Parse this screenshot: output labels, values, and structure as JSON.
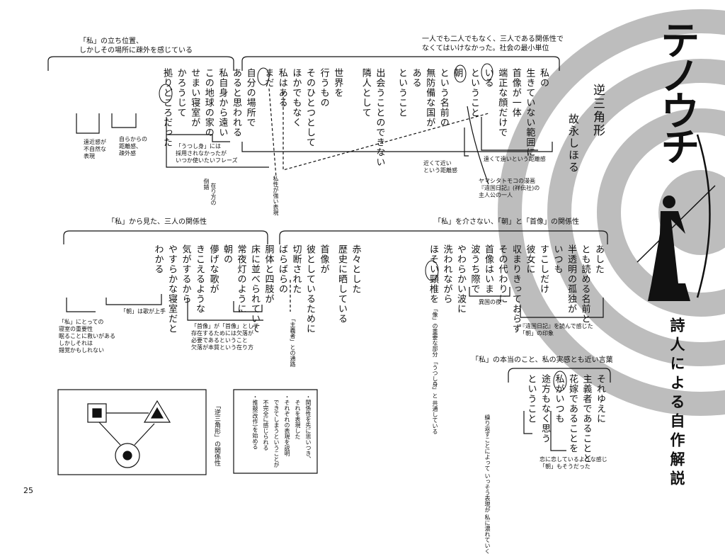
{
  "page_number": "25",
  "side": {
    "logo": "テノウチ",
    "subtitle": "詩人による自作解説"
  },
  "poem": {
    "title": "逆三角形",
    "author": "故永しほる"
  },
  "sections": {
    "top_left": "「私」の立ち位置、\nしかしその場所に疎外を感じている",
    "top_right": "一人でも二人でもなく、三人である関係性で\nなくてはいけなかった。社会の最小単位",
    "mid_left": "「私」から見た、三人の関係性",
    "mid_right": "「私」を介さない、「朝」と「首像」の関係性",
    "bottom_right": "「私」の本当のこと、私の実感とも近い言葉"
  },
  "stanza1": [
    "私の",
    "生きていない範囲に",
    "首像が一体",
    "端正な顔だけで",
    "いる",
    "ということ",
    "朝",
    "という名前の",
    "無防備な国が",
    "ある",
    "ということ",
    "出会うことのできない",
    "隣人として",
    "世界を",
    "行うもの",
    "そのひとつとして",
    "ほかでもなく",
    "私はある",
    "まだ",
    "自分の場所で",
    "あると思われる",
    "私自身から遠い",
    "この地球の家の",
    "せまい寝室が",
    "かろうじて",
    "拠りどころだった"
  ],
  "stanza2": [
    "あした",
    "とも読める名前と",
    "半透明の孤独が",
    "いつも",
    "すこしだけ",
    "彼女に",
    "収まりきっておらず",
    "その代わりに",
    "首像はいま",
    "波うち際で",
    "やわらかい波に",
    "洗われながら",
    "ほそい頸椎を",
    "赤々とした",
    "歴史に晒している",
    "首像が",
    "彼としているために",
    "切断された",
    "ばらばらの",
    "胴体と四肢が",
    "床に並べられていて",
    "常夜灯のように",
    "朝の",
    "儚げな歌が",
    "きこえるような",
    "気がするから",
    "やすらかな寝室だと",
    "わかる"
  ],
  "stanza3": [
    "それゆえに",
    "主義者であることと",
    "花嫁であることを",
    "私がいつも",
    "途方もなく思う",
    "ということ"
  ],
  "annotations": {
    "a1": "遠近感が\n不自然な\n表現",
    "a2": "自らからの\n距離感、\n疎外感",
    "a3": "「うつし身」には\n採用されなかったが\nいつか使いたいフレーズ",
    "a4": "倒錯",
    "a5": "在り方の",
    "a6": "私性が強い表現",
    "a7": "近くて近い\nという距離感",
    "a8": "遠くて遠いという距離感",
    "a9": "ヤマシタトモコの漫画\n『違国日記』(祥伝社)の\n主人公の一人",
    "a10": "異国の夜",
    "a11": "『違国日記』を読んで感じた\n「朝」の印象",
    "a12": "「像」の重要な部分\n「うつし身」と\n共通している",
    "a13": "「主義者」との通路",
    "a14": "「首像」が「首像」として\n存在するためには欠落が\n必要であるということ\n欠落が本質という在り方",
    "a15": "「私」にとっての\n寝室の重要性\n眠ることに救いがある\nしかしそれは\n錯覚かもしれない",
    "a16": "「朝」は歌が上手",
    "a17": "繰り返すことによって\nいっそう表現が\n私に濃れていく",
    "a18": "恋に恋しているような感じ\n「朝」もそうだった"
  },
  "diagram": {
    "caption": "「逆三角形」の関係性",
    "memo": [
      "・関係性を先に思いつき、",
      "　それを表現した",
      "・それぞれの表現を説明",
      "　できてしまうということが",
      "　不完全に感じられる",
      "・推敲(改作)を始める"
    ]
  }
}
